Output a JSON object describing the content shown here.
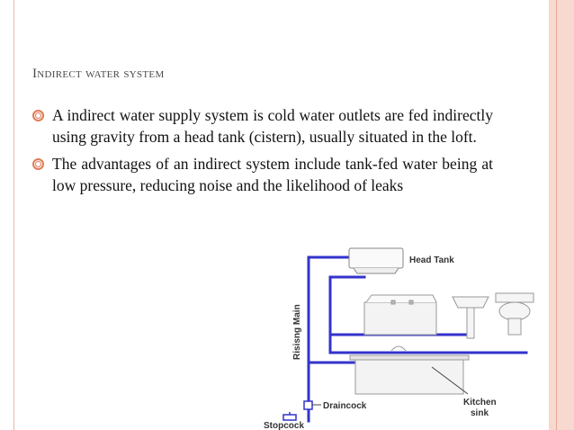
{
  "slide": {
    "title": "Indirect water system",
    "bullets": [
      "A indirect water supply system is cold water outlets are fed indirectly using gravity from a head tank (cistern), usually situated in the loft.",
      "The advantages of an indirect system include tank-fed water being at low pressure, reducing noise and the likelihood of leaks"
    ]
  },
  "diagram": {
    "labels": {
      "head_tank": "Head Tank",
      "rising_main": "Risisng Main",
      "draincock": "Draincock",
      "kitchen_sink_line1": "Kitchen",
      "kitchen_sink_line2": "sink",
      "stopcock": "Stopcock"
    }
  },
  "colors": {
    "pipe": "#3333cc",
    "bullet": "#e07b57",
    "accent_band": "#f7d9cf"
  }
}
